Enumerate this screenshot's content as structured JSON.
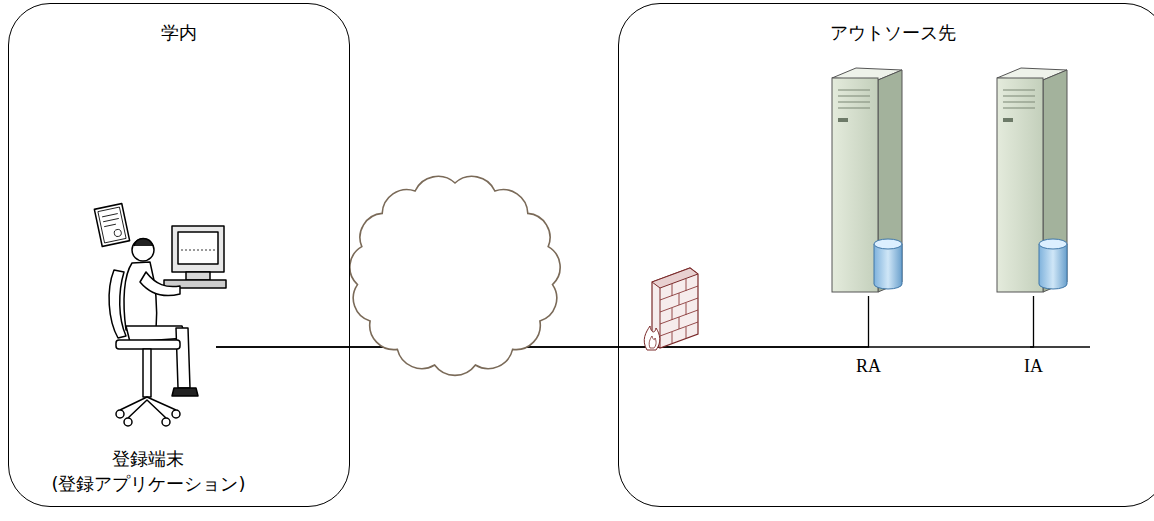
{
  "diagram": {
    "nodes": [
      {
        "text": [
          "学内"
        ]
      },
      {
        "text": [
          "アウトソース先"
        ]
      },
      {
        "text": [
          "登録端末",
          "(登録アプリケーション)"
        ],
        "in": 0
      },
      {
        "text": [
          "RA"
        ],
        "in": 1
      },
      {
        "text": [
          "IA"
        ],
        "in": 1
      }
    ],
    "edges": [
      {
        "from": 2,
        "to": 3,
        "arrow": "none"
      },
      {
        "from": 2,
        "to": 4,
        "arrow": "none"
      }
    ]
  }
}
